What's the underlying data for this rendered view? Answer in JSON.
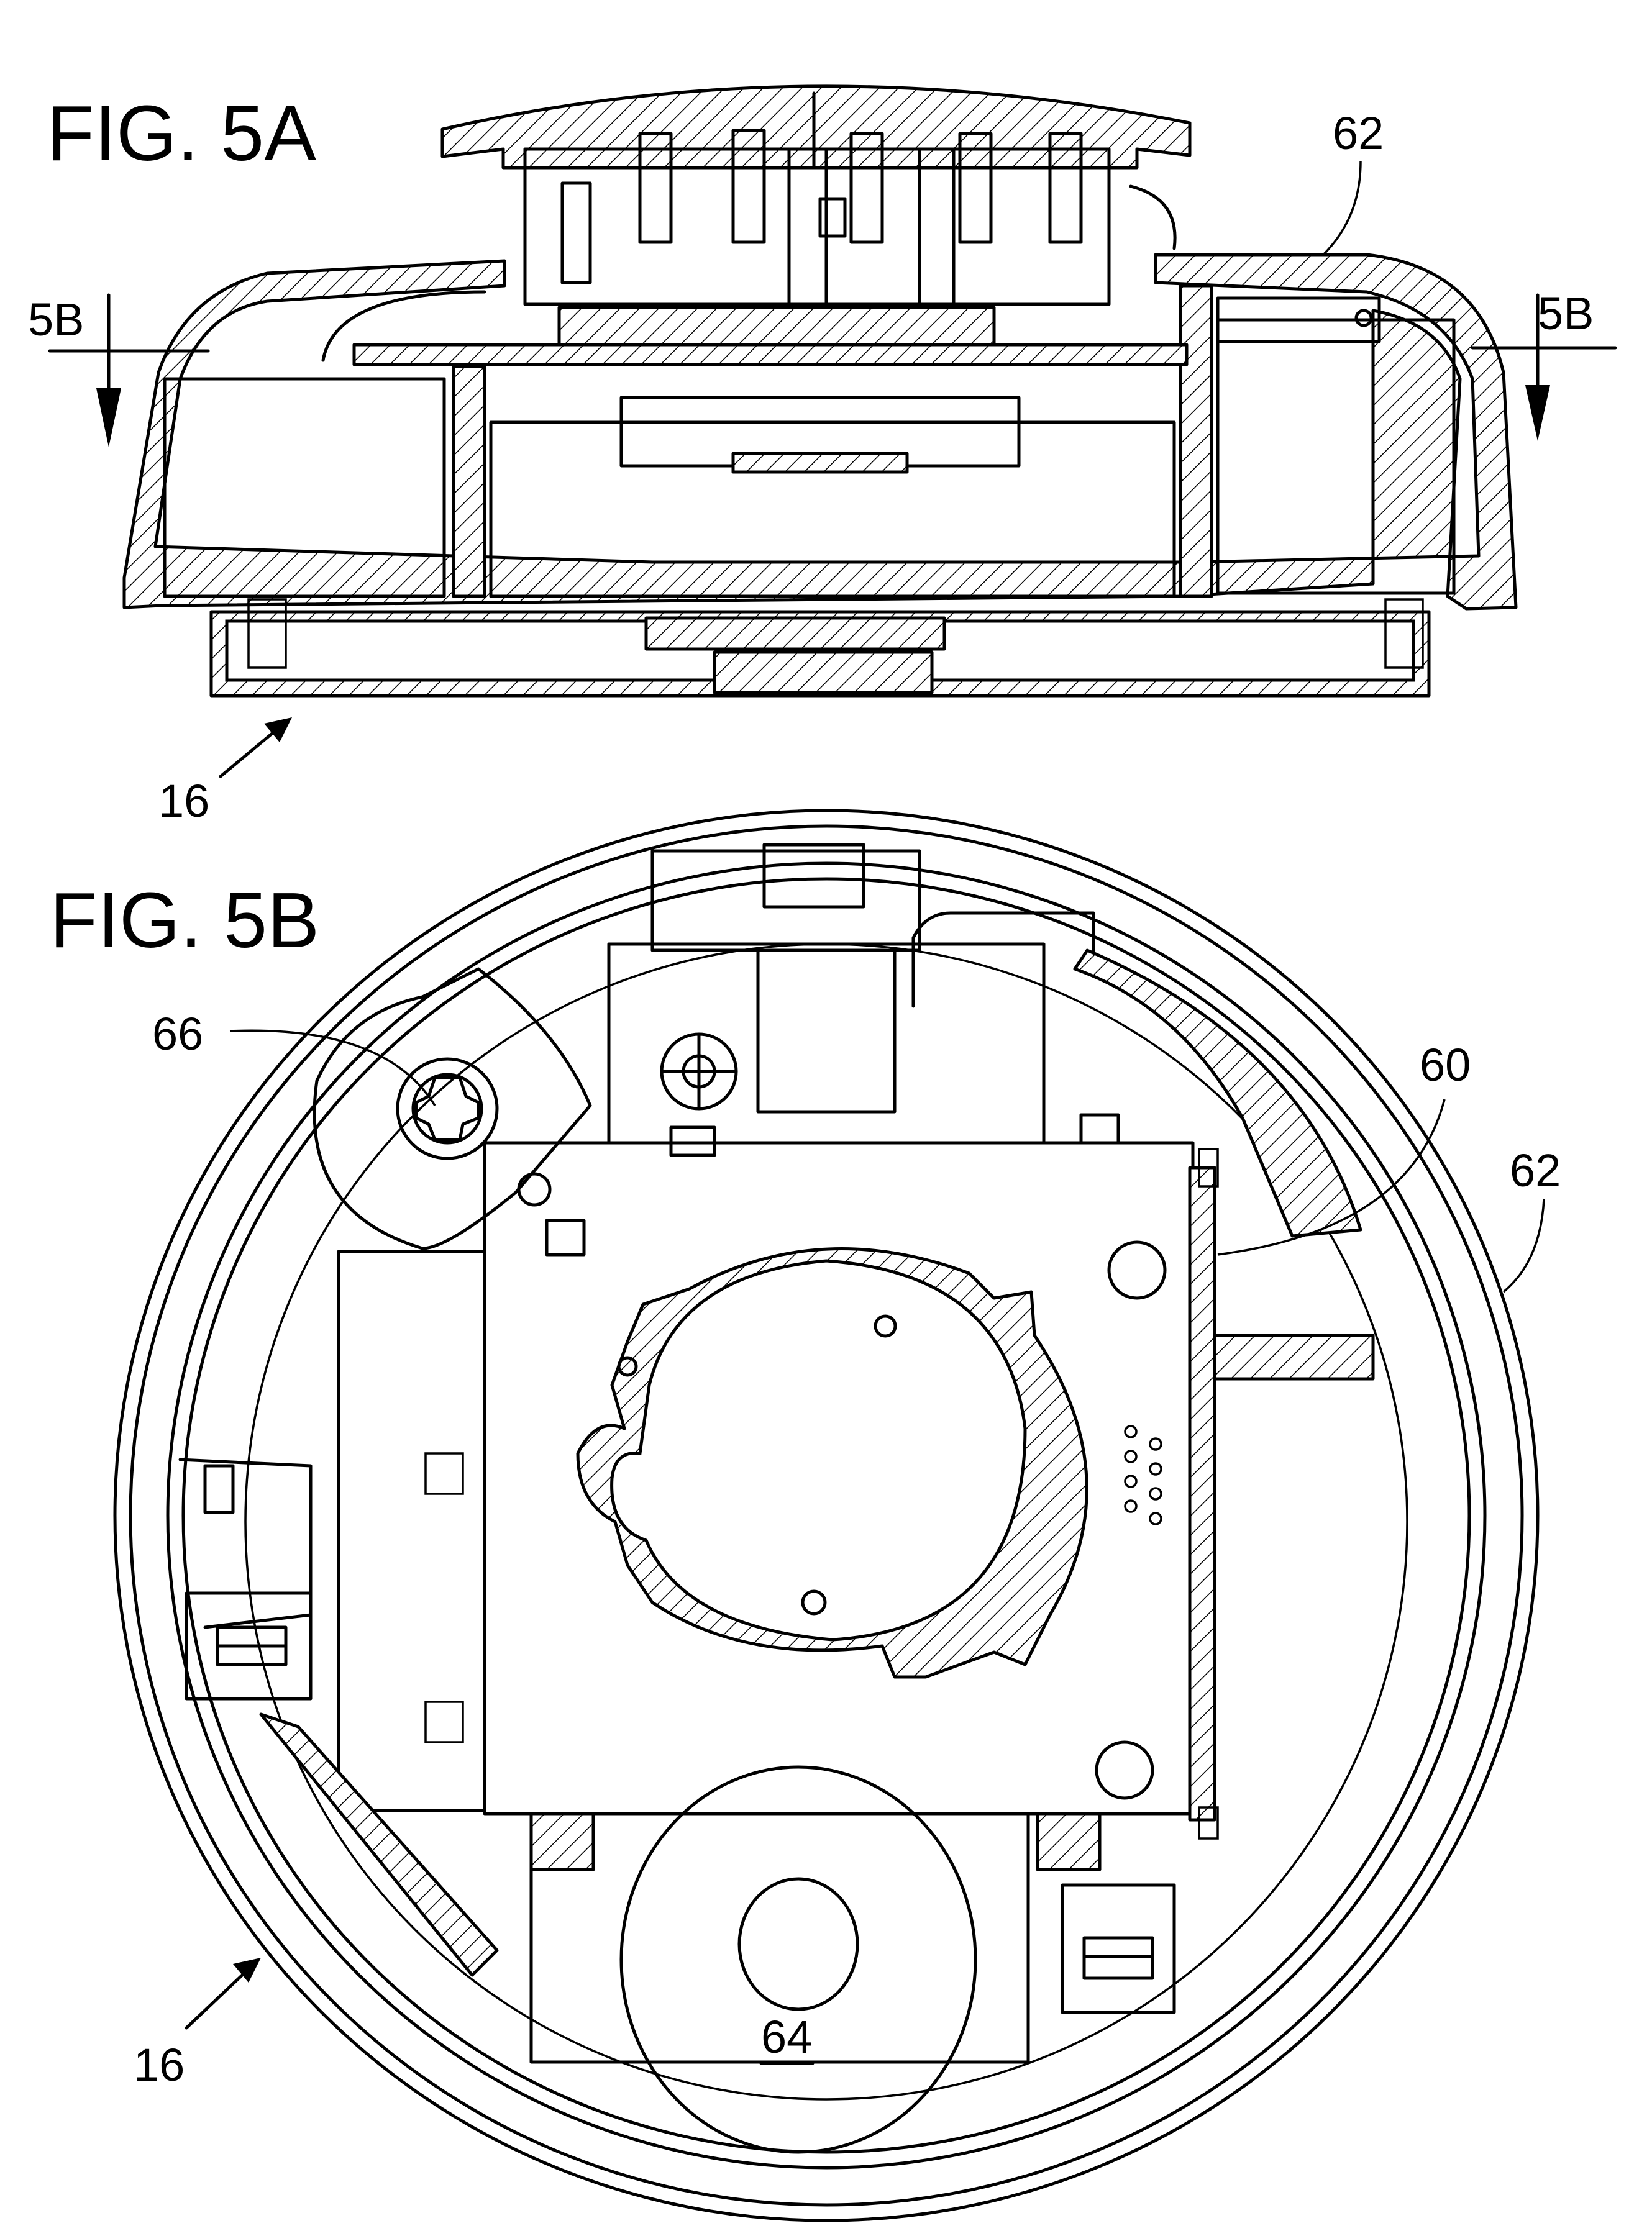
{
  "figures": {
    "fig5a": {
      "title": "FIG. 5A"
    },
    "fig5b": {
      "title": "FIG. 5B"
    }
  },
  "labels": {
    "ref_62_top": "62",
    "ref_5b_left": "5B",
    "ref_5b_right": "5B",
    "ref_16_top": "16",
    "ref_66": "66",
    "ref_60": "60",
    "ref_62_right": "62",
    "ref_64": "64",
    "ref_16_bottom": "16"
  }
}
